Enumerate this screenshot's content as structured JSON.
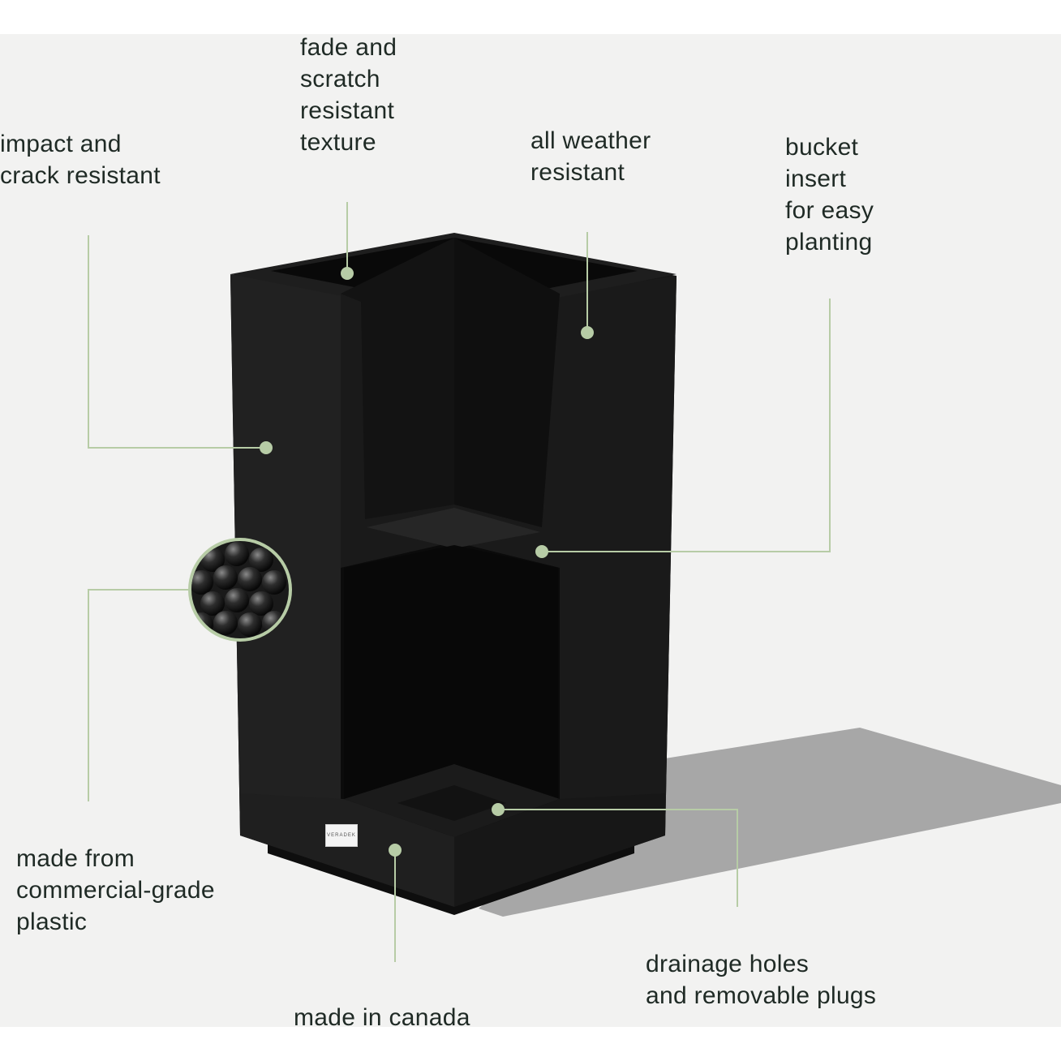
{
  "features": {
    "impact": "impact and\ncrack resistant",
    "fade": "fade and\nscratch\nresistant\ntexture",
    "weather": "all weather\nresistant",
    "bucket": "bucket\ninsert\nfor easy\nplanting",
    "plastic": "made from\ncommercial-grade\nplastic",
    "canada": "made in canada",
    "drainage": "drainage holes\nand removable plugs"
  },
  "brand_plate": "VERADEK",
  "colors": {
    "background": "#f2f2f1",
    "planter": "#141414",
    "accent_line": "#b7cca6",
    "label_text": "#1f2a25"
  }
}
